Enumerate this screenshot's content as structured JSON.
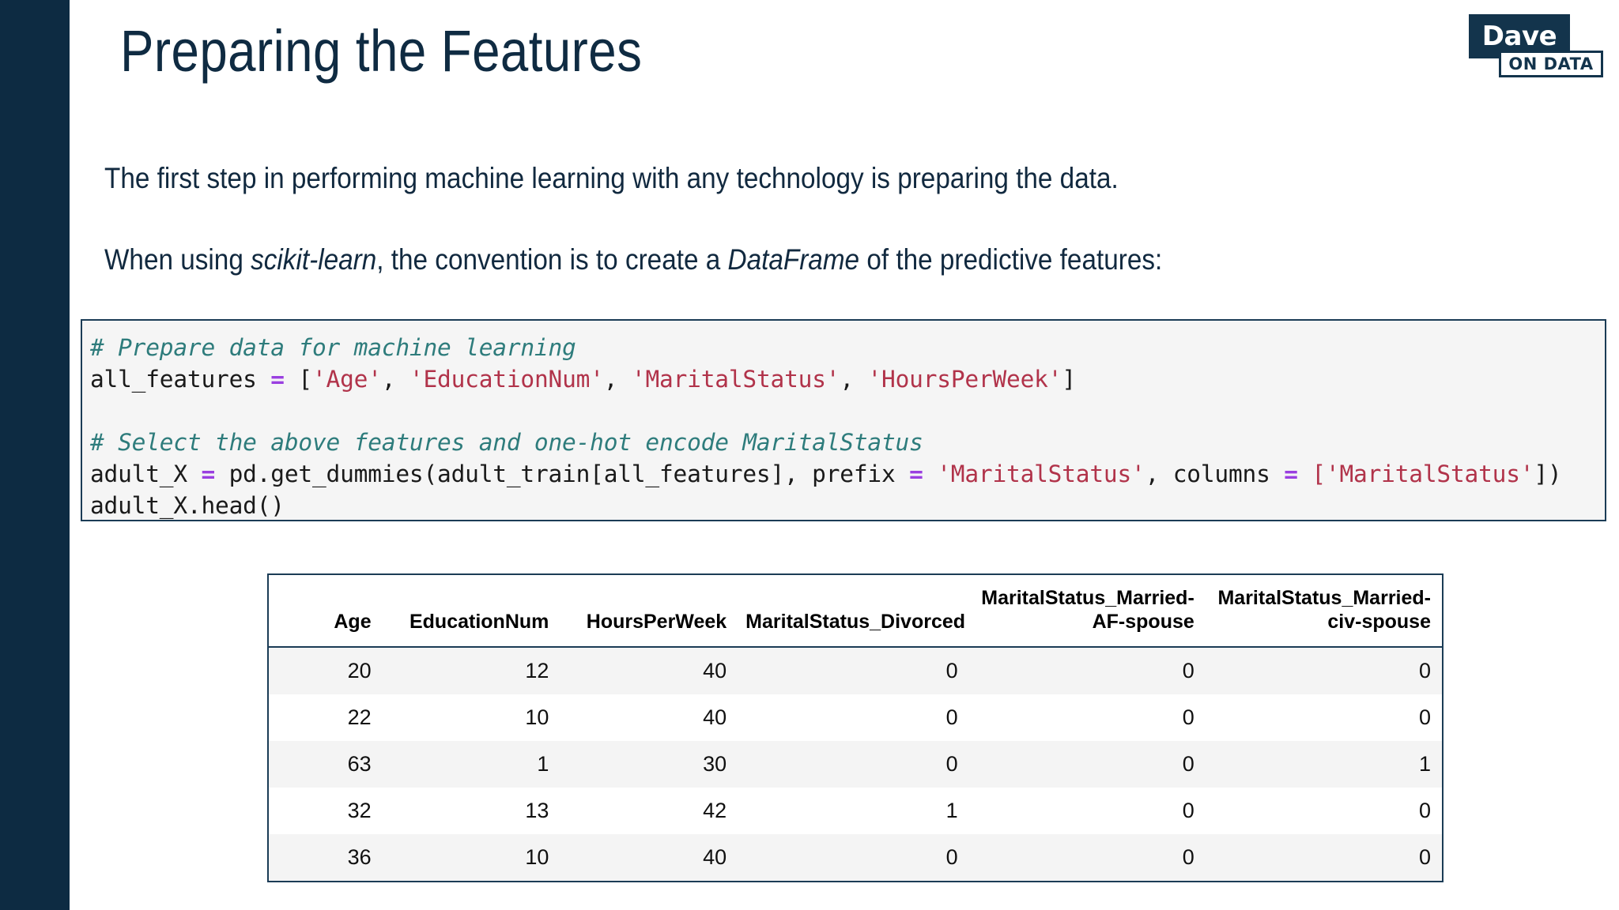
{
  "slide": {
    "title": "Preparing the Features",
    "accent_color": "#0d2b42",
    "background_color": "#ffffff"
  },
  "logo": {
    "top_text": "Dave",
    "bottom_text": "ON DATA",
    "brand_color": "#13344c"
  },
  "body": {
    "line1": "The first step in performing machine learning with any technology is preparing the data.",
    "line2_parts": {
      "a": "When using ",
      "b_italic": "scikit-learn",
      "c": ", the convention is to create a ",
      "d_italic": "DataFrame",
      "e": " of the predictive features:"
    }
  },
  "code": {
    "background_color": "#f5f5f5",
    "border_color": "#1b3c56",
    "comment_color": "#2e7c7c",
    "string_color": "#b1334a",
    "operator_color": "#9a3fe0",
    "line1_comment": "# Prepare data for machine learning",
    "line2": {
      "name": "all_features ",
      "op": "=",
      "open": " [",
      "s1": "'Age'",
      "sep1": ", ",
      "s2": "'EducationNum'",
      "sep2": ", ",
      "s3": "'MaritalStatus'",
      "sep3": ", ",
      "s4": "'HoursPerWeek'",
      "close": "]"
    },
    "line4_comment": "# Select the above features and one-hot encode MaritalStatus",
    "line5": {
      "name": "adult_X ",
      "op1": "=",
      "call": " pd.get_dummies(adult_train[all_features], prefix ",
      "op2": "=",
      "s1": " 'MaritalStatus'",
      "mid": ", columns ",
      "op3": "=",
      "s2": " ['MaritalStatus'",
      "close": "])"
    },
    "line6": "adult_X.head()"
  },
  "chart_data": {
    "type": "table",
    "title": "adult_X.head() output",
    "columns": [
      "Age",
      "EducationNum",
      "HoursPerWeek",
      "MaritalStatus_Divorced",
      "MaritalStatus_Married-AF-spouse",
      "MaritalStatus_Married-civ-spouse"
    ],
    "column_display": [
      [
        "Age"
      ],
      [
        "EducationNum"
      ],
      [
        "HoursPerWeek"
      ],
      [
        "MaritalStatus_Divorced"
      ],
      [
        "MaritalStatus_Married-",
        "AF-spouse"
      ],
      [
        "MaritalStatus_Married-",
        "civ-spouse"
      ]
    ],
    "rows": [
      [
        "20",
        "12",
        "40",
        "0",
        "0",
        "0"
      ],
      [
        "22",
        "10",
        "40",
        "0",
        "0",
        "0"
      ],
      [
        "63",
        "1",
        "30",
        "0",
        "0",
        "1"
      ],
      [
        "32",
        "13",
        "42",
        "1",
        "0",
        "0"
      ],
      [
        "36",
        "10",
        "40",
        "0",
        "0",
        "0"
      ]
    ]
  }
}
